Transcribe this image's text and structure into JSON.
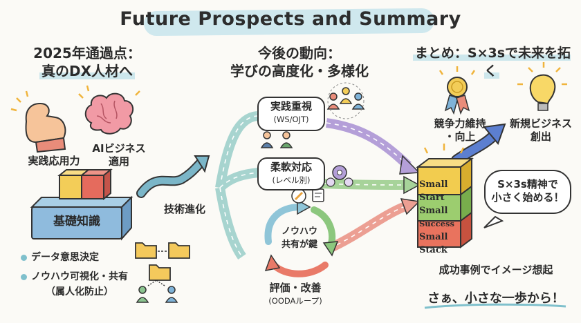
{
  "title": "Future Prospects and Summary",
  "left": {
    "heading_line1": "2025年通過点：",
    "heading_line2": "真のDX人材へ",
    "skill_practice": "実践応用力",
    "skill_ai_line1": "AIビジネス",
    "skill_ai_line2": "適用",
    "foundation": "基礎知識",
    "bullets": [
      "データ意思決定",
      "ノウハウ可視化・共有"
    ],
    "bullet_note": "（属人化防止）"
  },
  "middle": {
    "heading_line1": "今後の動向：",
    "heading_line2": "学びの高度化・多様化",
    "tech": "技術進化",
    "box1_title": "実践重視",
    "box1_sub": "(WS/OJT)",
    "box2_title": "柔軟対応",
    "box2_sub": "(レベル別)",
    "knowhow_line1": "ノウハウ",
    "knowhow_line2": "共有が鍵",
    "eval_title": "評価・改善",
    "eval_sub": "(OODAループ)"
  },
  "right": {
    "heading": "まとめ：S×3sで未来を拓く",
    "competitive_line1": "競争力維持",
    "competitive_line2": "・向上",
    "newbiz_line1": "新規ビジネス",
    "newbiz_line2": "創出",
    "stack": [
      {
        "small": "Small",
        "word": "Start",
        "color": "#f2cc4f"
      },
      {
        "small": "Small",
        "word": "Success",
        "color": "#9ccd6f"
      },
      {
        "small": "Small",
        "word": "Stack",
        "color": "#e9735e"
      }
    ],
    "bubble_line1": "S×3s精神で",
    "bubble_line2": "小さく始める！",
    "success_case": "成功事例でイメージ想起",
    "closing": "さぁ、小さな一歩から！"
  }
}
